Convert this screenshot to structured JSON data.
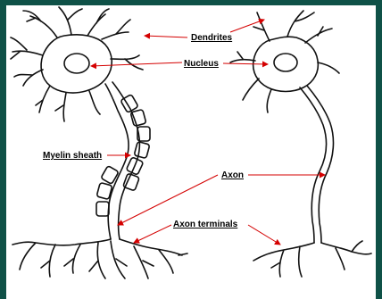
{
  "colors": {
    "background": "#0f5147",
    "panel": "#ffffff",
    "outline": "#111111",
    "arrow": "#d40000"
  },
  "labels": {
    "dendrites": "Dendrites",
    "nucleus": "Nucleus",
    "myelin_sheath": "Myelin sheath",
    "axon": "Axon",
    "axon_terminals": "Axon terminals"
  }
}
